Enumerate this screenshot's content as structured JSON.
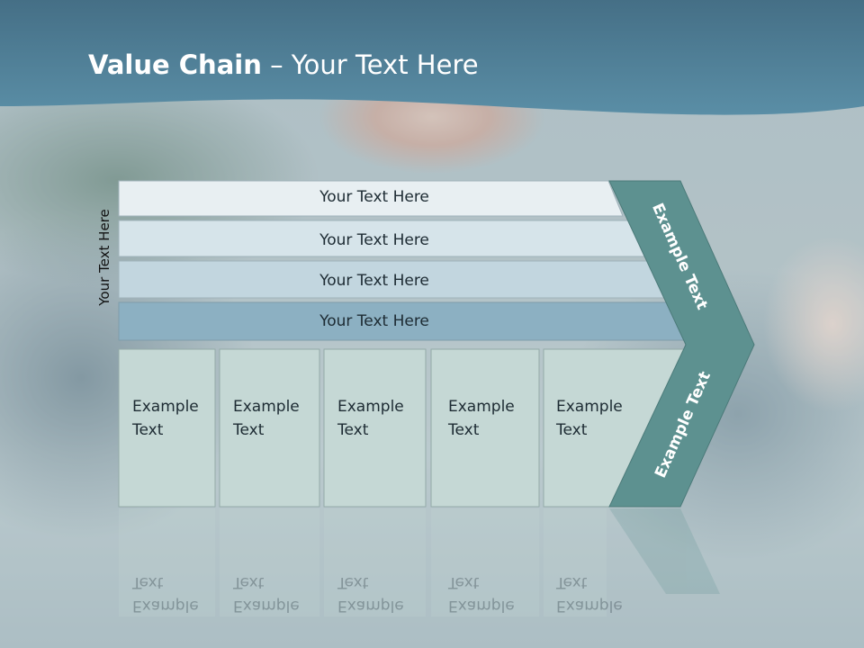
{
  "slide": {
    "title_bold": "Value Chain",
    "title_rest": " – Your Text Here",
    "side_label": "Your Text Here",
    "rows": [
      {
        "label": "Your Text Here"
      },
      {
        "label": "Your Text Here"
      },
      {
        "label": "Your Text Here"
      },
      {
        "label": "Your Text Here"
      }
    ],
    "cells": [
      {
        "label": "Example\nText"
      },
      {
        "label": "Example\nText"
      },
      {
        "label": "Example\nText"
      },
      {
        "label": "Example\nText"
      },
      {
        "label": "Example\nText"
      }
    ],
    "arrow_labels": [
      "Example Text",
      "Example Text"
    ]
  },
  "colors": {
    "header": "#4e7d95",
    "row_fills": [
      "#e8eff2",
      "#d6e4ea",
      "#c2d6df",
      "#8cb0c2"
    ],
    "cell_fill": "#c5d8d5",
    "arrow_fill": "#5d9190"
  }
}
